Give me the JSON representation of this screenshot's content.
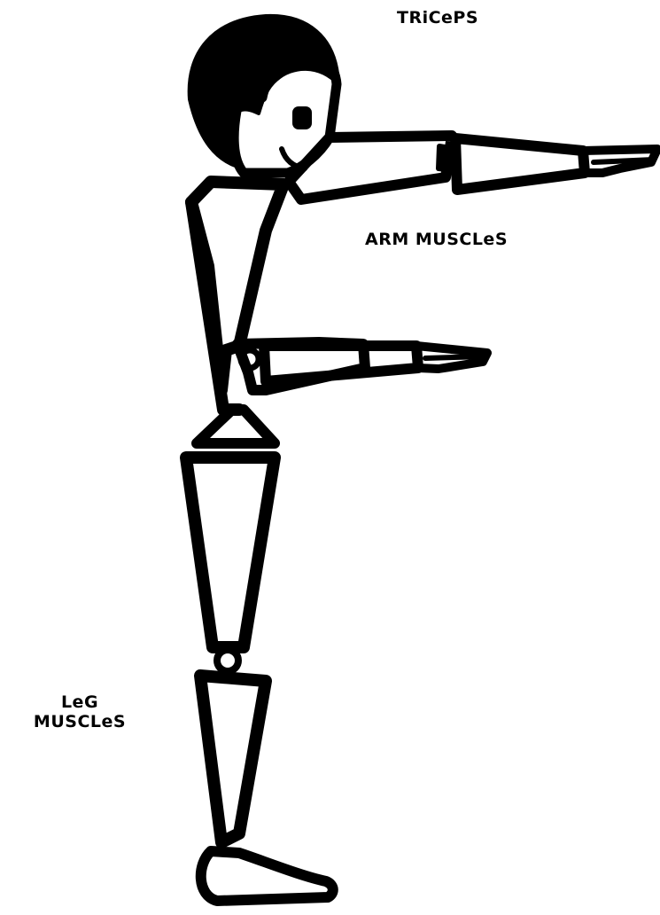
{
  "labels": {
    "triceps": "TRiCePS",
    "arm_muscles": "ARM MUSCLeS",
    "leg_line1": "LeG",
    "leg_line2": "MUSCLeS"
  },
  "colors": {
    "ink": "#000000",
    "paper": "#ffffff"
  },
  "figure": {
    "parts": [
      "hair",
      "head",
      "eye",
      "mouth",
      "upper-arm-far",
      "forearm-far",
      "hand-far",
      "torso",
      "upper-arm-near",
      "forearm-near",
      "hand-near",
      "pelvis",
      "thigh",
      "knee",
      "shin",
      "foot"
    ]
  }
}
